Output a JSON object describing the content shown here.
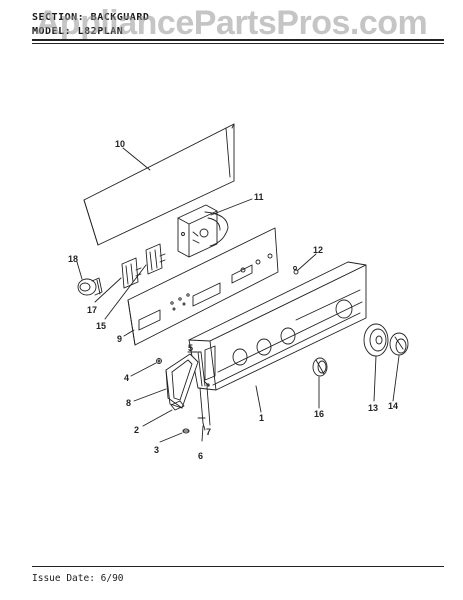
{
  "header": {
    "section_line": "SECTION:  BACKGUARD",
    "model_line": "MODEL:  L82PLAN",
    "watermark": "AppliancePartsPros.com"
  },
  "footer": {
    "issue_date": "Issue Date: 6/90"
  },
  "callouts": [
    "10",
    "11",
    "12",
    "18",
    "17",
    "15",
    "9",
    "4",
    "5",
    "8",
    "7",
    "1",
    "16",
    "13",
    "14",
    "2",
    "3",
    "6"
  ],
  "colors": {
    "line": "#222222",
    "watermark": "#969696"
  }
}
